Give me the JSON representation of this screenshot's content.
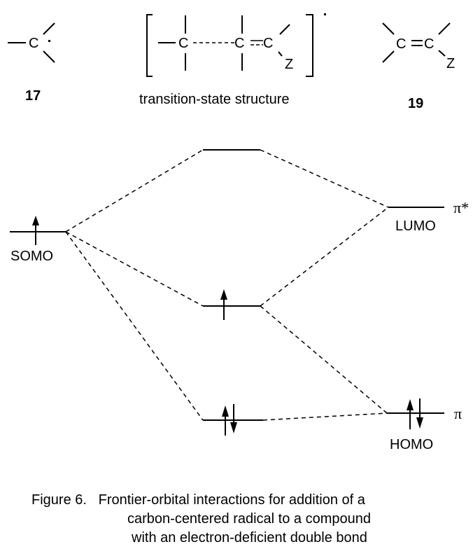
{
  "structures": {
    "radical": {
      "atom": "C",
      "label": "17"
    },
    "transition_state": {
      "atoms": [
        "C",
        "C",
        "C",
        "Z"
      ],
      "label": "transition-state structure"
    },
    "alkene": {
      "atoms": [
        "C",
        "C",
        "Z"
      ],
      "label": "19"
    }
  },
  "orbital_diagram": {
    "left": {
      "label": "SOMO",
      "electrons": "1 (up)"
    },
    "right": {
      "lumo_label": "LUMO",
      "lumo_symbol": "π*",
      "homo_label": "HOMO",
      "homo_symbol": "π",
      "homo_electrons": "2 (paired)"
    },
    "center_levels": [
      {
        "name": "upper",
        "electrons": "0"
      },
      {
        "name": "middle",
        "electrons": "1 (up)"
      },
      {
        "name": "lower",
        "electrons": "2 (paired)"
      }
    ]
  },
  "caption": {
    "line1": "Figure 6.   Frontier-orbital interactions for addition of a",
    "line2": "carbon-centered radical to a compound",
    "line3": "with an electron-deficient double bond"
  }
}
